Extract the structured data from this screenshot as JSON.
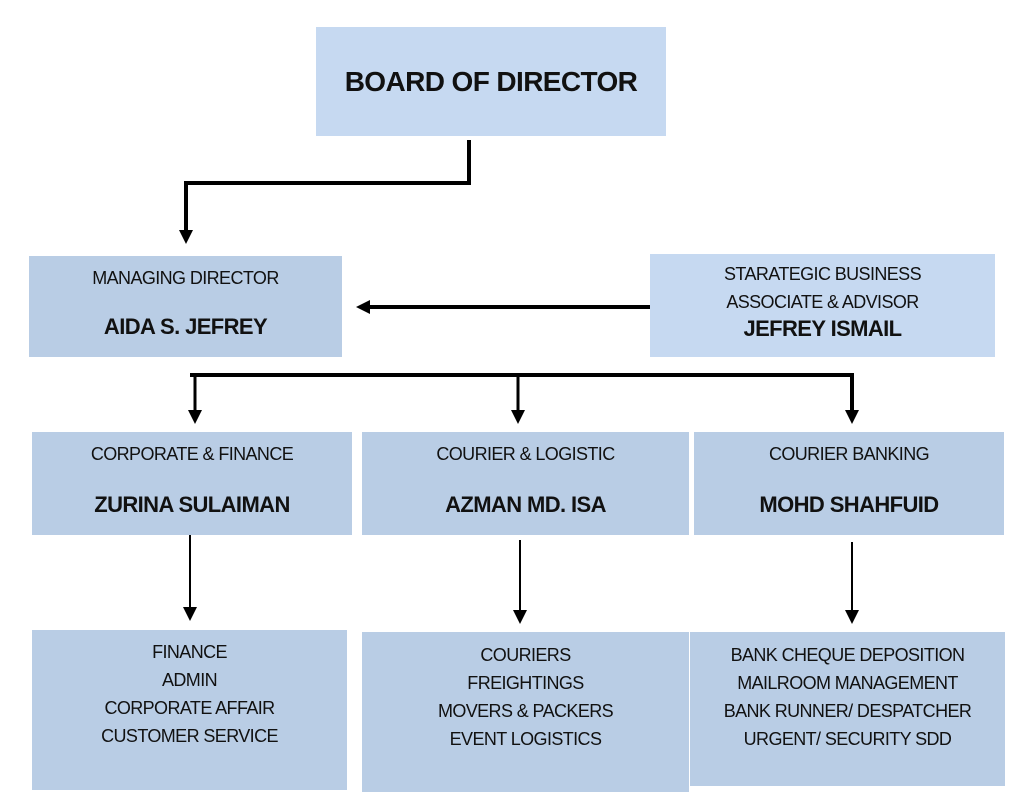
{
  "board": {
    "title": "BOARD OF DIRECTOR"
  },
  "managing_director": {
    "role": "MANAGING DIRECTOR",
    "name": "AIDA S. JEFREY"
  },
  "advisor": {
    "role_line1": "STARATEGIC BUSINESS",
    "role_line2": "ASSOCIATE & ADVISOR",
    "name": "JEFREY ISMAIL"
  },
  "departments": [
    {
      "role": "CORPORATE & FINANCE",
      "name": "ZURINA SULAIMAN",
      "functions": [
        "FINANCE",
        "ADMIN",
        "CORPORATE AFFAIR",
        "CUSTOMER SERVICE"
      ]
    },
    {
      "role": "COURIER & LOGISTIC",
      "name": "AZMAN MD. ISA",
      "functions": [
        "COURIERS",
        "FREIGHTINGS",
        "MOVERS & PACKERS",
        "EVENT LOGISTICS"
      ]
    },
    {
      "role": "COURIER BANKING",
      "name": "MOHD SHAHFUID",
      "functions": [
        "BANK CHEQUE DEPOSITION",
        "MAILROOM MANAGEMENT",
        "BANK RUNNER/ DESPATCHER",
        "URGENT/ SECURITY SDD"
      ]
    }
  ],
  "colors": {
    "box": "#b9cde5",
    "box_light": "#c6d9f1",
    "line": "#000000"
  }
}
